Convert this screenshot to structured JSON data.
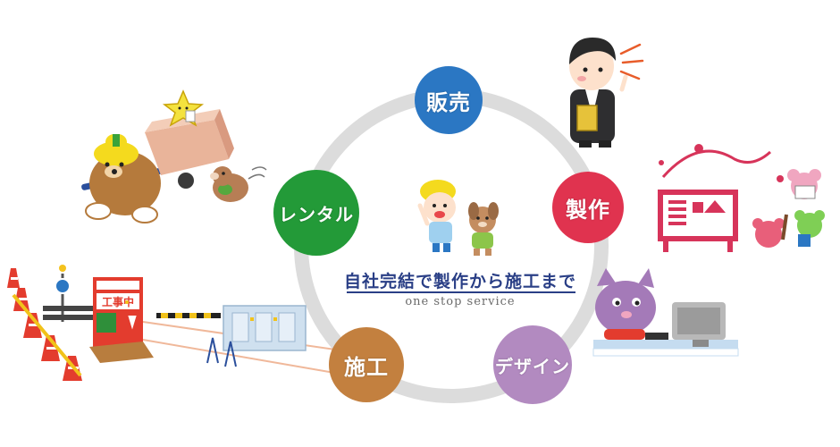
{
  "diagram": {
    "ring_color": "#dcdcdc",
    "nodes": [
      {
        "id": "sales",
        "label": "販売",
        "color": "#2b77c3"
      },
      {
        "id": "production",
        "label": "製作",
        "color": "#e0334f"
      },
      {
        "id": "design",
        "label": "デザイン",
        "color": "#b28ac0"
      },
      {
        "id": "construction",
        "label": "施工",
        "color": "#c3803f"
      },
      {
        "id": "rental",
        "label": "レンタル",
        "color": "#239a38"
      }
    ],
    "center": {
      "title": "自社完結で製作から施工まで",
      "subtitle": "one stop service"
    }
  },
  "illustrations": {
    "construction_sign": "工事中",
    "icons": [
      "bear-cart-icon",
      "businessman-icon",
      "sign-painting-mice-icon",
      "cat-computer-icon",
      "construction-site-icon",
      "children-icon"
    ]
  }
}
